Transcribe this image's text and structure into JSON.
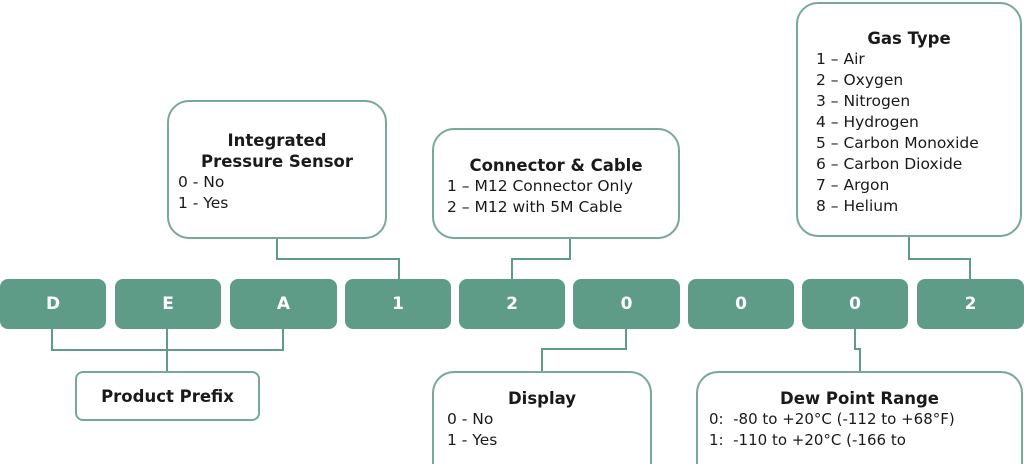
{
  "code": {
    "characters": [
      "D",
      "E",
      "A",
      "1",
      "2",
      "0",
      "0",
      "0",
      "2"
    ]
  },
  "callouts": {
    "pressure": {
      "title_line1": "Integrated",
      "title_line2": "Pressure Sensor",
      "options": [
        "0 - No",
        "1 - Yes"
      ]
    },
    "connector": {
      "title": "Connector & Cable",
      "options": [
        "1 – M12 Connector Only",
        "2 – M12 with 5M Cable"
      ]
    },
    "gas": {
      "title": "Gas Type",
      "options": [
        "1 – Air",
        "2 – Oxygen",
        "3 – Nitrogen",
        "4 – Hydrogen",
        "5 – Carbon Monoxide",
        "6 – Carbon Dioxide",
        "7 – Argon",
        "8 – Helium"
      ]
    },
    "prefix": {
      "title": "Product Prefix"
    },
    "display": {
      "title": "Display",
      "options": [
        "0 - No",
        "1 - Yes"
      ]
    },
    "dewpoint": {
      "title": "Dew Point Range",
      "options": [
        "0:  -80 to +20°C (-112 to +68°F)",
        "1:  -110 to +20°C (-166 to"
      ]
    }
  },
  "colors": {
    "code_box_fill": "#5e9c87",
    "callout_border": "#78a897",
    "connector_line": "#5e9c87"
  }
}
